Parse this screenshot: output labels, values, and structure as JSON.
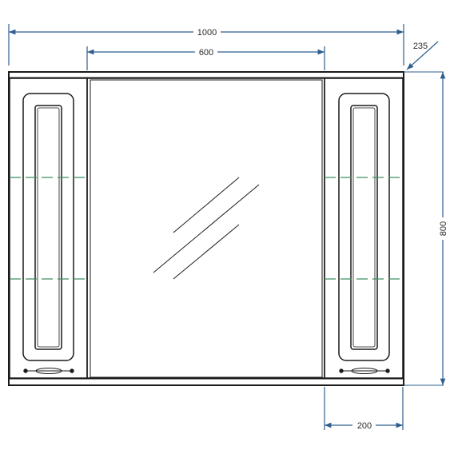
{
  "dimensions": {
    "overall_width": "1000",
    "mirror_width": "600",
    "depth": "235",
    "height": "800",
    "side_width": "200"
  },
  "colors": {
    "outline": "#1a1a1a",
    "dimension": "#2f5f8f",
    "shelf_line": "#3f8f60"
  }
}
